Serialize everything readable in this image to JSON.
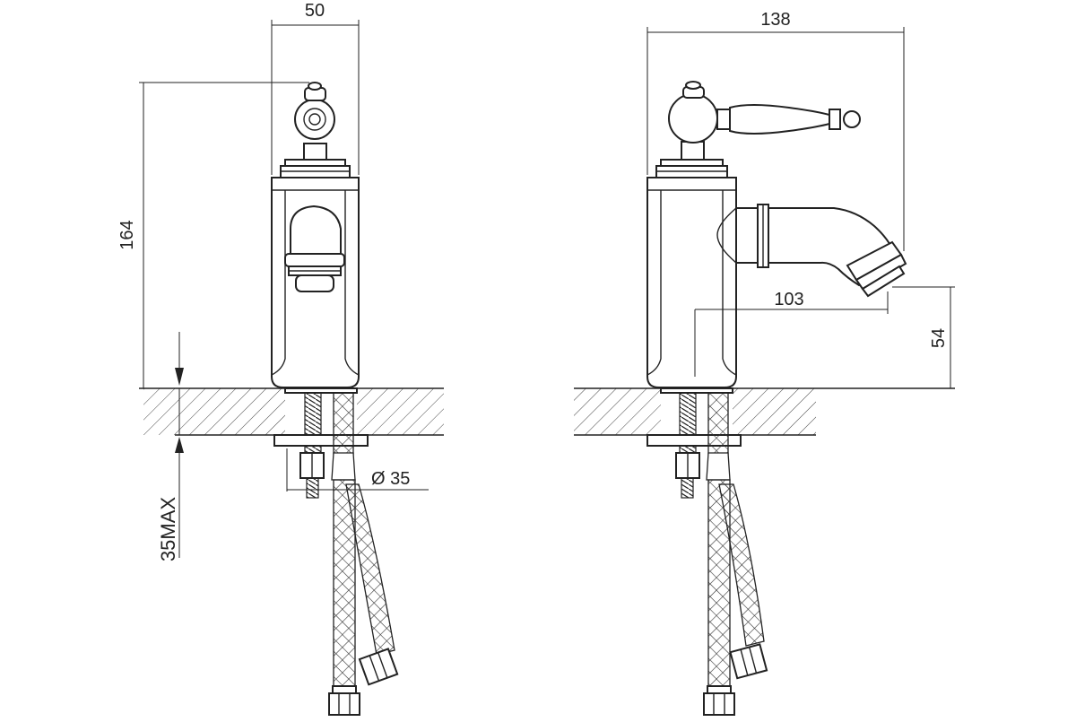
{
  "views": {
    "front": {
      "width_label": "50",
      "height_label": "164",
      "mount_label": "35MAX",
      "hole_label": "Ø 35"
    },
    "side": {
      "width_label": "138",
      "reach_label": "103",
      "spout_height_label": "54"
    }
  }
}
